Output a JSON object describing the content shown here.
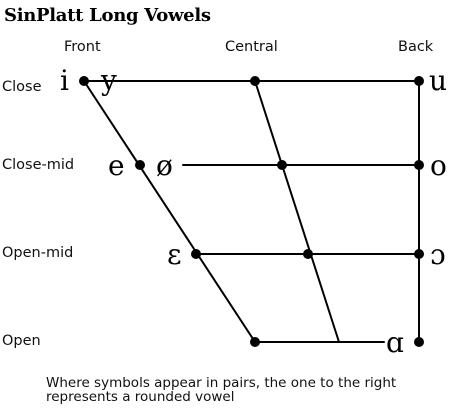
{
  "title": "SinPlatt Long Vowels",
  "columns": {
    "front": "Front",
    "central": "Central",
    "back": "Back"
  },
  "rows": {
    "close": "Close",
    "close_mid": "Close-mid",
    "open_mid": "Open-mid",
    "open": "Open"
  },
  "vowels": {
    "close_front_unrounded": "i",
    "close_front_rounded": "y",
    "close_back_rounded": "u",
    "close_mid_front_unrounded": "e",
    "close_mid_front_rounded": "ø",
    "close_mid_back_rounded": "o",
    "open_mid_front_unrounded": "ɛ",
    "open_mid_back_rounded": "ɔ",
    "open_back_unrounded": "ɑ"
  },
  "note": "Where symbols appear in pairs, the one to the right represents a rounded vowel"
}
